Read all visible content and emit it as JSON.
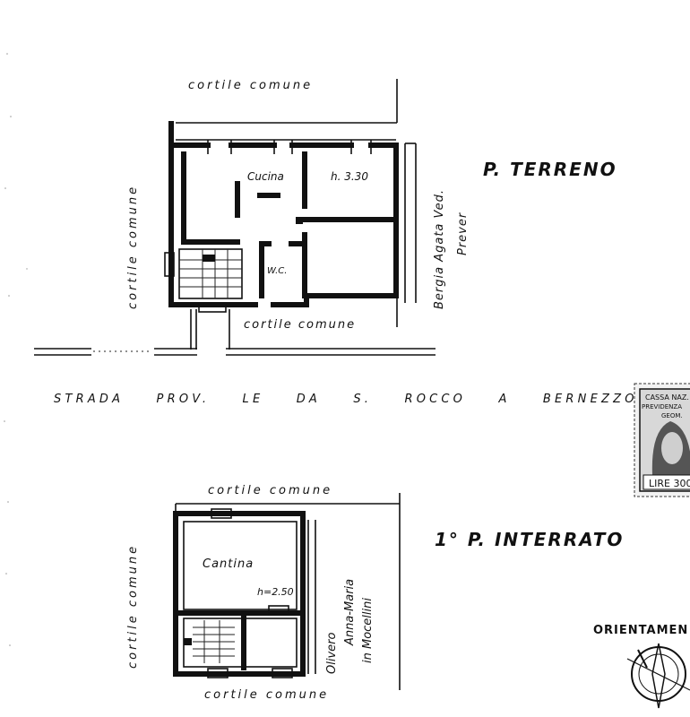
{
  "ground_floor": {
    "title": "P. TERRENO",
    "label_top": "cortile comune",
    "label_left": "cortile comune",
    "label_bottom": "cortile comune",
    "room_kitchen": "Cucina",
    "height": "h. 3.30",
    "room_wc": "W.C.",
    "neighbor_line1": "Bergia Agata Ved.",
    "neighbor_line2": "Prever"
  },
  "road_label": "STRADA PROV. LE DA S. ROCCO A BERNEZZO",
  "basement": {
    "title": "1° P. INTERRATO",
    "label_top": "cortile comune",
    "label_left": "cortile comune",
    "label_bottom": "cortile comune",
    "room_cellar": "Cantina",
    "height": "h=2.50",
    "neighbor_line1": "Olivero",
    "neighbor_line2": "Anna-Maria",
    "neighbor_line3": "in Mocellini"
  },
  "stamp": {
    "line1": "CASSA NAZ.",
    "line2": "PREVIDENZA",
    "line3": "GEOM.",
    "value": "LIRE 300"
  },
  "orientation_label": "ORIENTAMEN"
}
